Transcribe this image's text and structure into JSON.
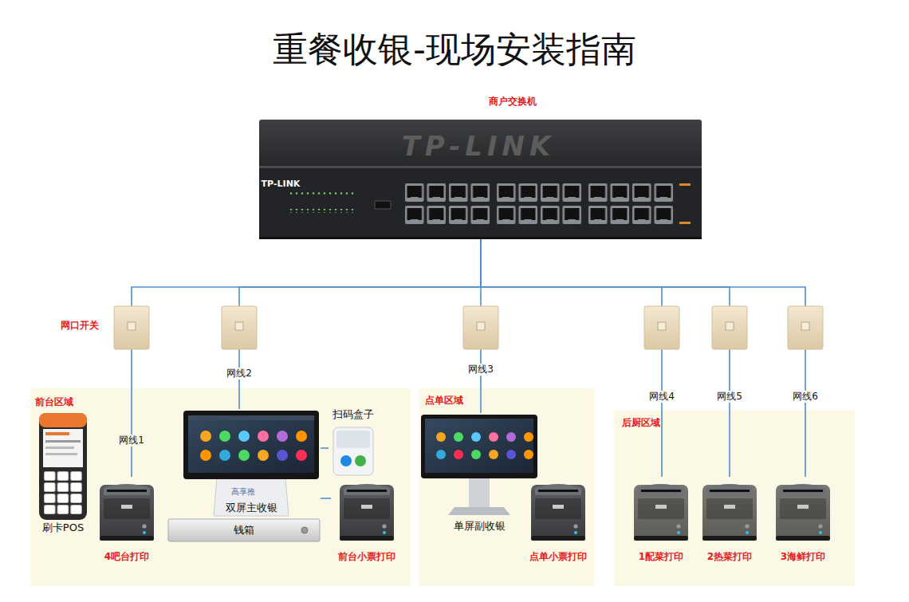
{
  "diagram": {
    "title": "重餐收银-现场安装指南",
    "nodes": [
      {
        "text": [
          "商户交换机"
        ]
      },
      {
        "text": [
          "前台区域"
        ]
      },
      {
        "text": [
          "刷卡POS"
        ],
        "in": 1
      },
      {
        "text": [
          "4吧台打印"
        ],
        "in": 1
      },
      {
        "text": [
          "双屏主收银"
        ],
        "in": 1
      },
      {
        "text": [
          "钱箱"
        ],
        "in": 1
      },
      {
        "text": [
          "扫码盒子"
        ],
        "in": 1
      },
      {
        "text": [
          "前台小票打印"
        ],
        "in": 1
      },
      {
        "text": [
          "点单区域"
        ]
      },
      {
        "text": [
          "单屏副收银"
        ],
        "in": 8
      },
      {
        "text": [
          "点单小票打印"
        ],
        "in": 8
      },
      {
        "text": [
          "后厨区域"
        ]
      },
      {
        "text": [
          "1配菜打印"
        ],
        "in": 11
      },
      {
        "text": [
          "2热菜打印"
        ],
        "in": 11
      },
      {
        "text": [
          "3海鲜打印"
        ],
        "in": 11
      }
    ],
    "edges": [
      {
        "from": 0,
        "to": 3,
        "label": "网线1",
        "arrow": "none"
      },
      {
        "from": 0,
        "to": 4,
        "label": "网线2",
        "arrow": "none"
      },
      {
        "from": 0,
        "to": 9,
        "label": "网线3",
        "arrow": "none"
      },
      {
        "from": 0,
        "to": 12,
        "label": "网线4",
        "arrow": "none"
      },
      {
        "from": 0,
        "to": 13,
        "label": "网线5",
        "arrow": "none"
      },
      {
        "from": 0,
        "to": 14,
        "label": "网线6",
        "arrow": "none"
      },
      {
        "from": 4,
        "to": 6,
        "arrow": "none"
      },
      {
        "from": 4,
        "to": 7,
        "arrow": "none"
      }
    ],
    "labels": [
      "TP-LINK",
      "TP-LINK",
      "网口开关",
      "高享推"
    ]
  }
}
